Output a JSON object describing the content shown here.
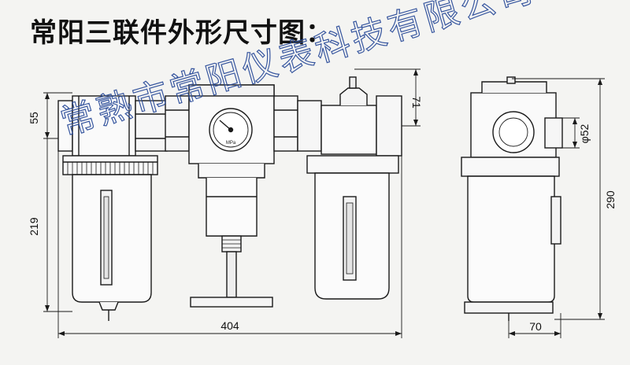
{
  "title": "常阳三联件外形尺寸图：",
  "dimensions": {
    "height_top": "55",
    "height_body": "219",
    "width_total": "404",
    "top_offset": "71",
    "diameter": "φ52",
    "height_total": "290",
    "depth": "70"
  },
  "gauge_unit": "MPa",
  "watermark": "常熟市常阳仪表科技有限公司"
}
